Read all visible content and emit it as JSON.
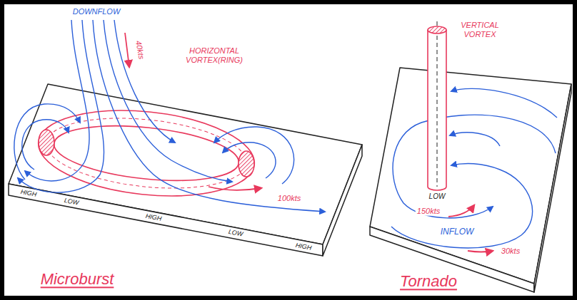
{
  "diagram": {
    "labels": [
      "DOWNFLOW",
      "40kts",
      "HORIZONTAL VORTEX(RING)",
      "HIGH",
      "LOW",
      "HIGH",
      "LOW",
      "HIGH",
      "100kts",
      "Microburst",
      "VERTICAL VORTEX",
      "LOW",
      "150kts",
      "INFLOW",
      "30kts",
      "Tornado"
    ]
  }
}
